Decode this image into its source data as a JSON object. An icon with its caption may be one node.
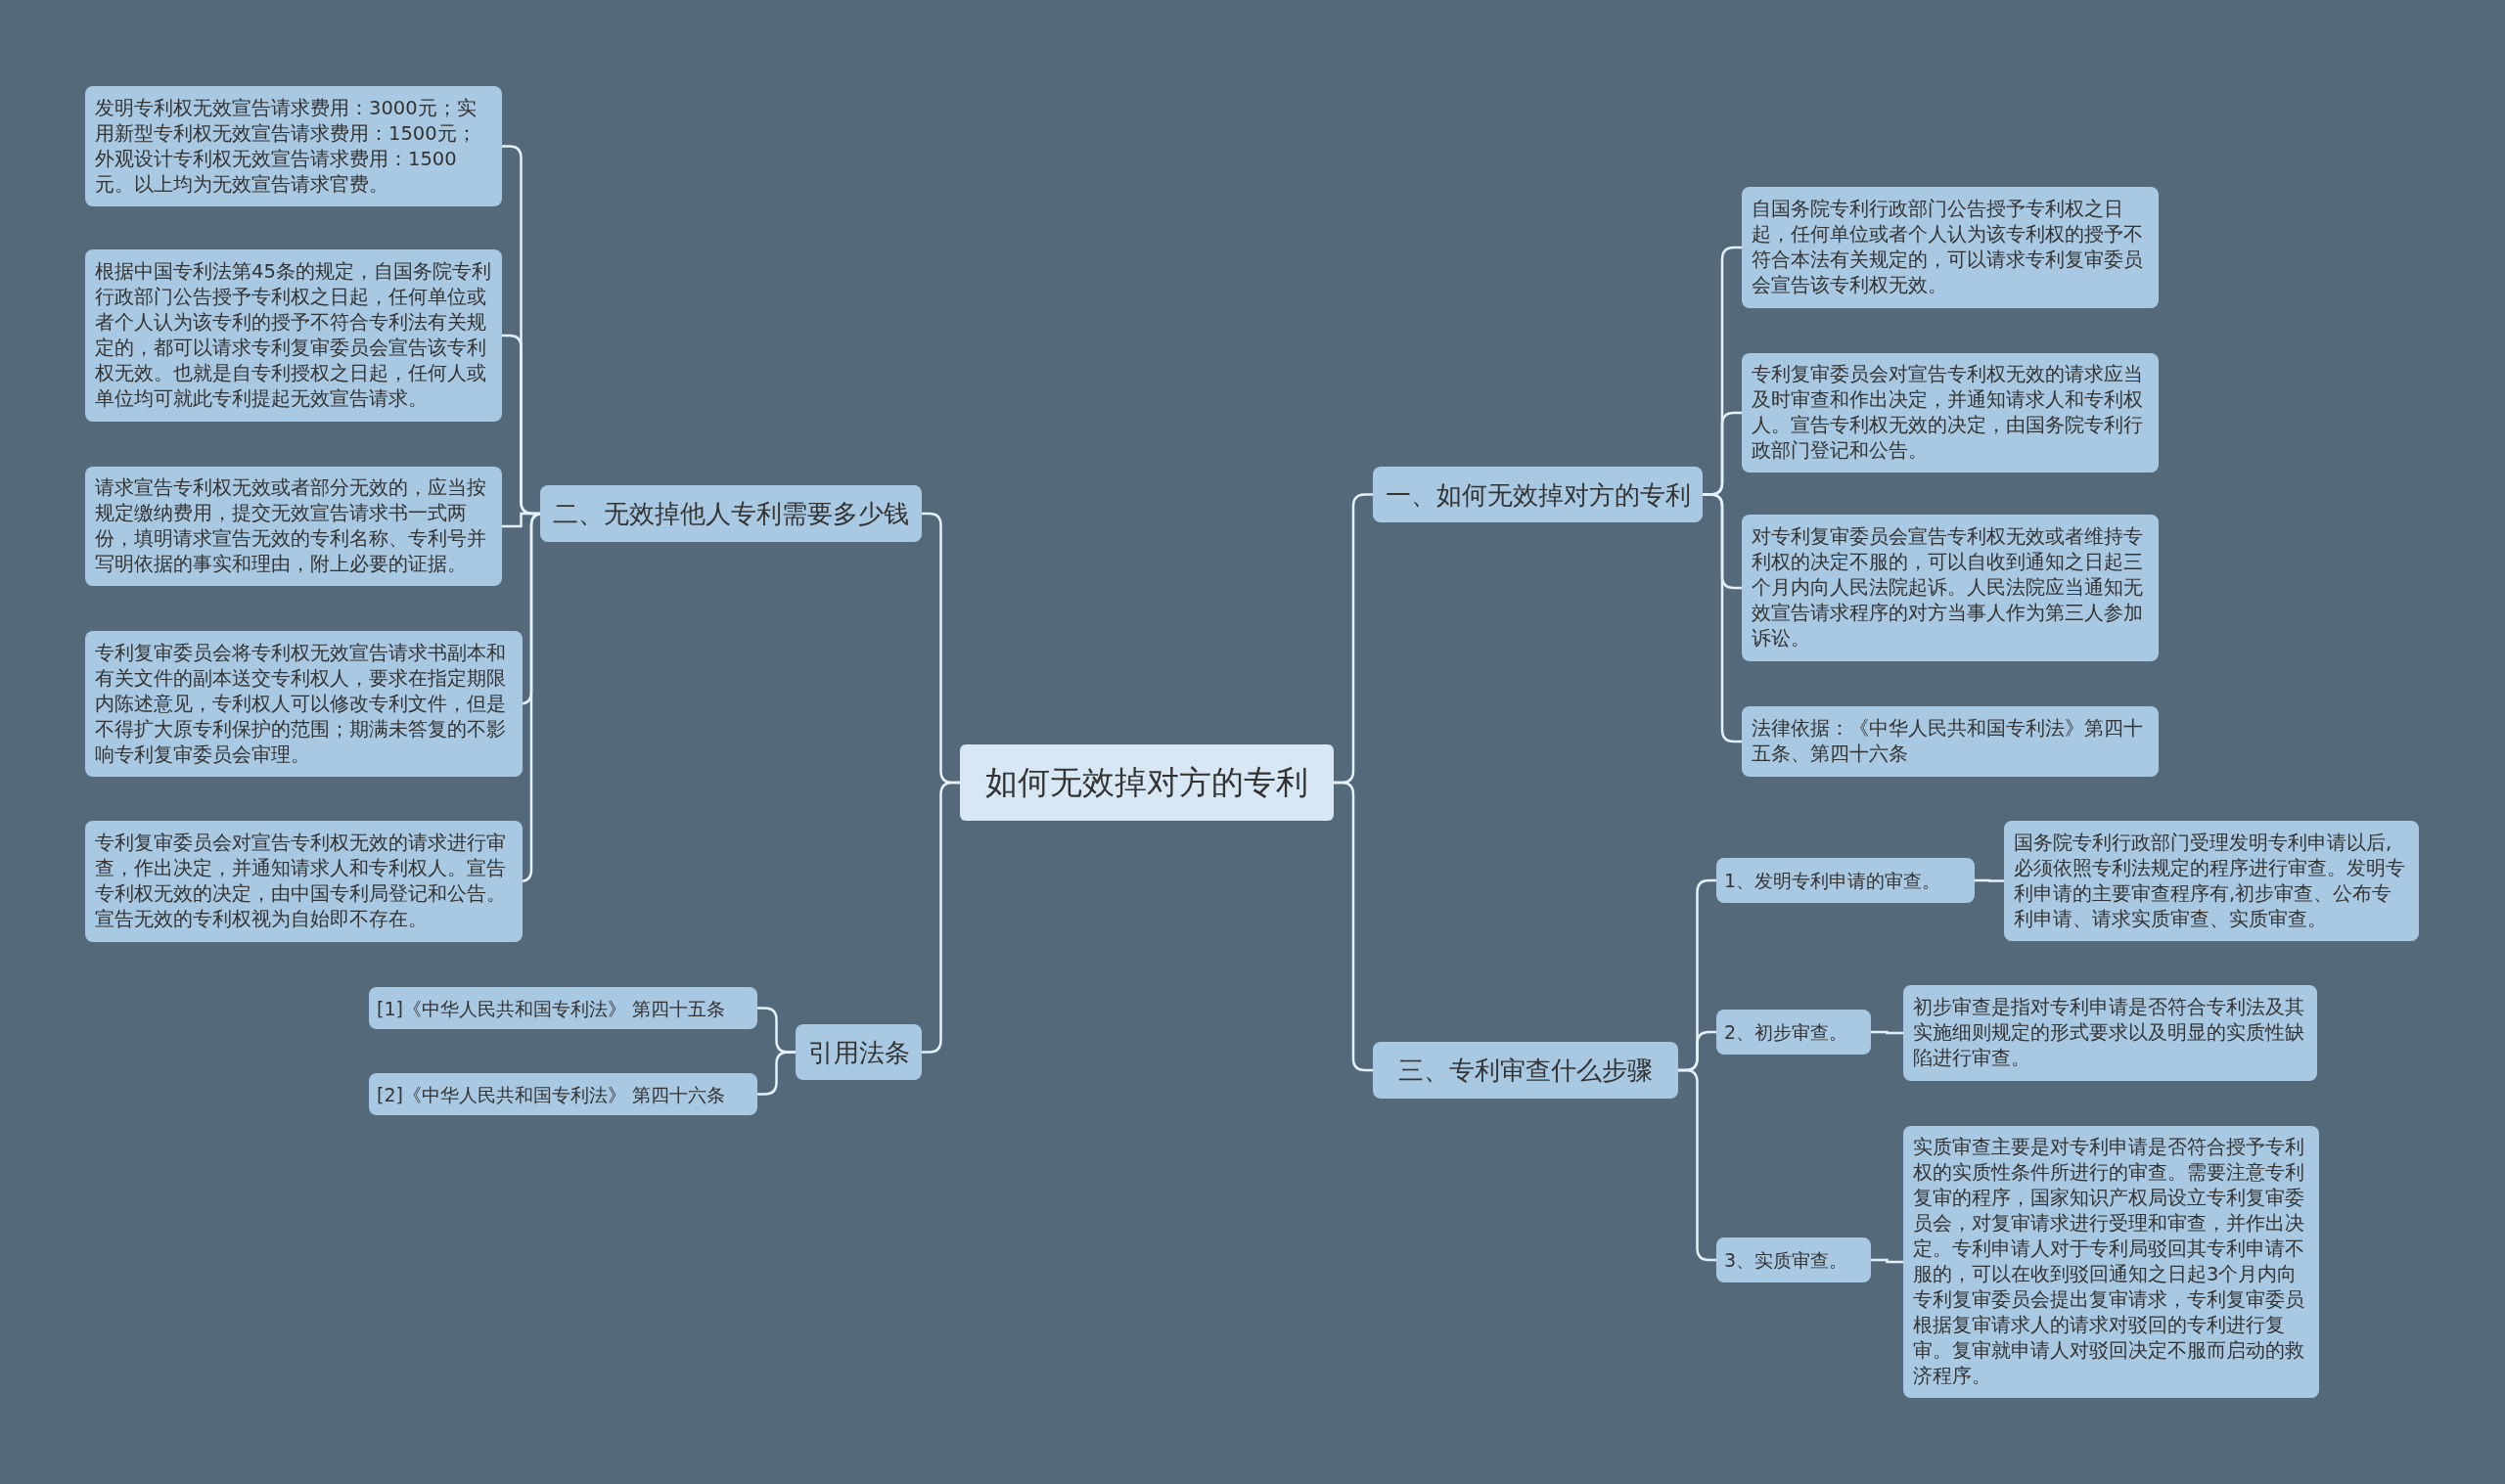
{
  "diagram": {
    "nodes": [
      {
        "text": [
          "如何无效掉对方的专利"
        ]
      },
      {
        "text": [
          "一、如何无效掉对方的专利"
        ]
      },
      {
        "text": [
          "自国务院专利行政部门公告授予专利权之日起，任何单位或者个人认为该专利权的授予不符合本法有关规定的，可以请求专利复审委员会宣告该专利权无效。"
        ]
      },
      {
        "text": [
          "专利复审委员会对宣告专利权无效的请求应当及时审查和作出决定，并通知请求人和专利权人。宣告专利权无效的决定，由国务院专利行政部门登记和公告。"
        ]
      },
      {
        "text": [
          "对专利复审委员会宣告专利权无效或者维持专利权的决定不服的，可以自收到通知之日起三个月内向人民法院起诉。人民法院应当通知无效宣告请求程序的对方当事人作为第三人参加诉讼。"
        ]
      },
      {
        "text": [
          "法律依据：《中华人民共和国专利法》第四十五条、第四十六条"
        ]
      },
      {
        "text": [
          "二、无效掉他人专利需要多少钱"
        ]
      },
      {
        "text": [
          "发明专利权无效宣告请求费用：3000元；实用新型专利权无效宣告请求费用：1500元；外观设计专利权无效宣告请求费用：1500元。以上均为无效宣告请求官费。"
        ]
      },
      {
        "text": [
          "根据中国专利法第45条的规定，自国务院专利行政部门公告授予专利权之日起，任何单位或者个人认为该专利的授予不符合专利法有关规定的，都可以请求专利复审委员会宣告该专利权无效。也就是自专利授权之日起，任何人或单位均可就此专利提起无效宣告请求。"
        ]
      },
      {
        "text": [
          "请求宣告专利权无效或者部分无效的，应当按规定缴纳费用，提交无效宣告请求书一式两份，填明请求宣告无效的专利名称、专利号并写明依据的事实和理由，附上必要的证据。"
        ]
      },
      {
        "text": [
          "专利复审委员会将专利权无效宣告请求书副本和有关文件的副本送交专利权人，要求在指定期限内陈述意见，专利权人可以修改专利文件，但是不得扩大原专利保护的范围；期满未答复的不影响专利复审委员会审理。"
        ]
      },
      {
        "text": [
          "专利复审委员会对宣告专利权无效的请求进行审查，作出决定，并通知请求人和专利权人。宣告专利权无效的决定，由中国专利局登记和公告。宣告无效的专利权视为自始即不存在。"
        ]
      },
      {
        "text": [
          "引用法条"
        ]
      },
      {
        "text": [
          "[1]《中华人民共和国专利法》 第四十五条"
        ]
      },
      {
        "text": [
          "[2]《中华人民共和国专利法》 第四十六条"
        ]
      },
      {
        "text": [
          "三、专利审查什么步骤"
        ]
      },
      {
        "text": [
          "1、发明专利申请的审查。"
        ]
      },
      {
        "text": [
          "国务院专利行政部门受理发明专利申请以后,必须依照专利法规定的程序进行审查。发明专利申请的主要审查程序有,初步审查、公布专利申请、请求实质审查、实质审查。"
        ]
      },
      {
        "text": [
          "2、初步审查。"
        ]
      },
      {
        "text": [
          "初步审查是指对专利申请是否符合专利法及其实施细则规定的形式要求以及明显的实质性缺陷进行审查。"
        ]
      },
      {
        "text": [
          "3、实质审查。"
        ]
      },
      {
        "text": [
          "实质审查主要是对专利申请是否符合授予专利权的实质性条件所进行的审查。需要注意专利复审的程序，国家知识产权局设立专利复审委员会，对复审请求进行受理和审查，并作出决定。专利申请人对于专利局驳回其专利申请不服的，可以在收到驳回通知之日起3个月内向专利复审委员会提出复审请求，专利复审委员根据复审请求人的请求对驳回的专利进行复审。复审就申请人对驳回决定不服而启动的救济程序。"
        ]
      }
    ],
    "edges": [
      {
        "from": 0,
        "to": 1,
        "arrow": "none"
      },
      {
        "from": 1,
        "to": 2,
        "arrow": "none"
      },
      {
        "from": 1,
        "to": 3,
        "arrow": "none"
      },
      {
        "from": 1,
        "to": 4,
        "arrow": "none"
      },
      {
        "from": 1,
        "to": 5,
        "arrow": "none"
      },
      {
        "from": 0,
        "to": 6,
        "arrow": "none"
      },
      {
        "from": 6,
        "to": 7,
        "arrow": "none"
      },
      {
        "from": 6,
        "to": 8,
        "arrow": "none"
      },
      {
        "from": 6,
        "to": 9,
        "arrow": "none"
      },
      {
        "from": 6,
        "to": 10,
        "arrow": "none"
      },
      {
        "from": 6,
        "to": 11,
        "arrow": "none"
      },
      {
        "from": 0,
        "to": 12,
        "arrow": "none"
      },
      {
        "from": 12,
        "to": 13,
        "arrow": "none"
      },
      {
        "from": 12,
        "to": 14,
        "arrow": "none"
      },
      {
        "from": 0,
        "to": 15,
        "arrow": "none"
      },
      {
        "from": 15,
        "to": 16,
        "arrow": "none"
      },
      {
        "from": 16,
        "to": 17,
        "arrow": "none"
      },
      {
        "from": 15,
        "to": 18,
        "arrow": "none"
      },
      {
        "from": 18,
        "to": 19,
        "arrow": "none"
      },
      {
        "from": 15,
        "to": 20,
        "arrow": "none"
      },
      {
        "from": 20,
        "to": 21,
        "arrow": "none"
      }
    ]
  }
}
